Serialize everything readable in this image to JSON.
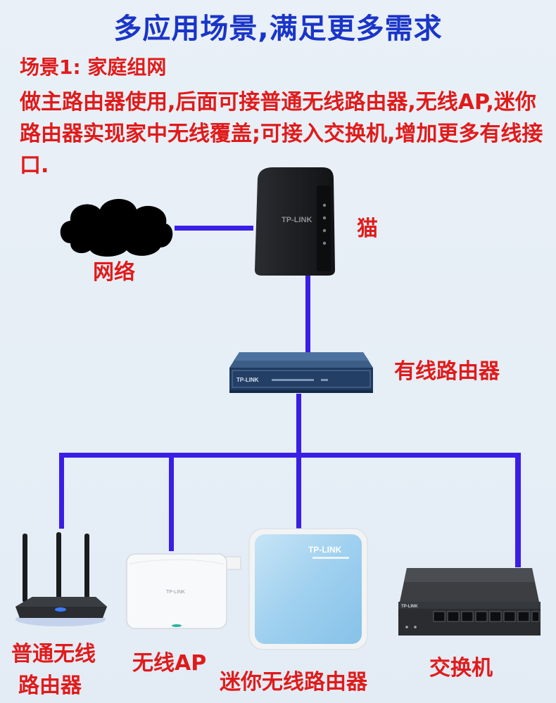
{
  "header": {
    "title": "多应用场景,满足更多需求"
  },
  "scenario": {
    "label": "场景1: 家庭组网",
    "description": "做主路由器使用,后面可接普通无线路由器,无线AP,迷你路由器实现家中无线覆盖;可接入交换机,增加更多有线接口."
  },
  "devices": {
    "network": "网络",
    "modem": "猫",
    "modem_logo": "TP-LINK",
    "wired_router": "有线路由器",
    "wired_router_logo": "TP-LINK",
    "wireless_router_line1": "普通无线",
    "wireless_router_line2": "路由器",
    "access_point": "无线AP",
    "access_point_logo": "TP-LINK",
    "mini_router": "迷你无线路由器",
    "mini_router_logo": "TP-LINK",
    "switch": "交换机",
    "switch_logo": "TP-LINK"
  },
  "colors": {
    "title": "#1a35c8",
    "text_red": "#e01b1b",
    "connection_line": "#3a1ee6"
  }
}
